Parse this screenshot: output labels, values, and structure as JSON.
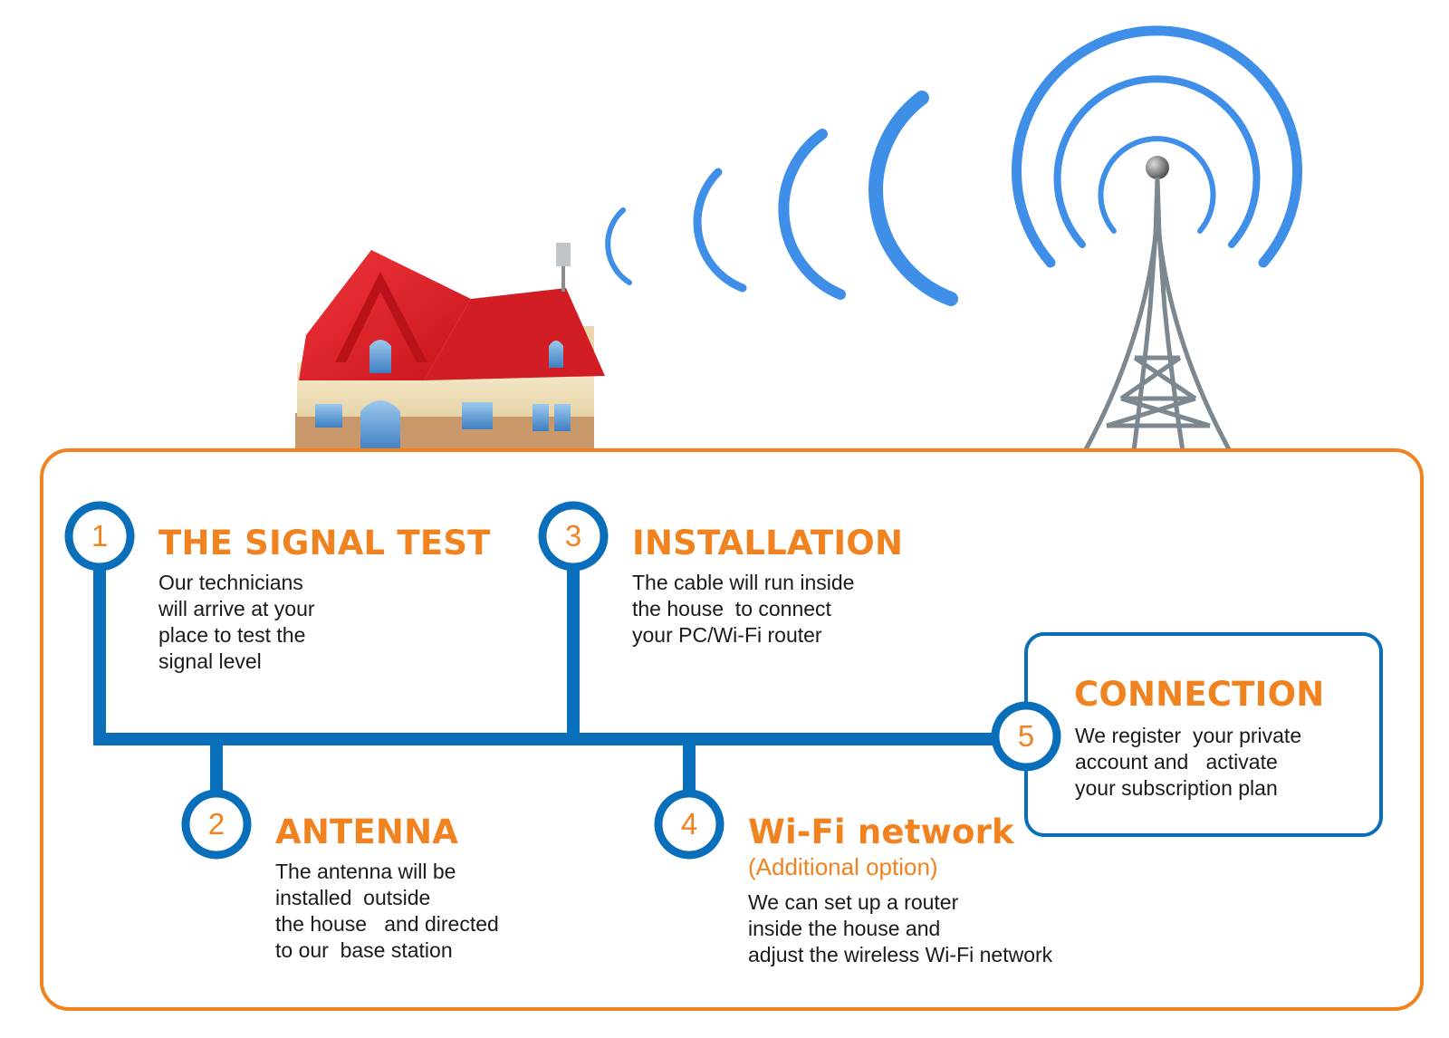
{
  "colors": {
    "orange": "#f08220",
    "blue": "#0a6fba",
    "signal_blue": "#3f8ee8",
    "roof_red": "#e4202a",
    "text": "#1a1a1a"
  },
  "illustration": {
    "house": "house-with-red-roof-and-antenna",
    "tower": "radio-tower-broadcasting-signal",
    "signal": "signal-arcs"
  },
  "steps": [
    {
      "number": "1",
      "title": "THE SIGNAL TEST",
      "text": [
        "Our technicians",
        "will arrive at your",
        "place to test the",
        "signal level"
      ]
    },
    {
      "number": "2",
      "title": "ANTENNA",
      "text": [
        "The antenna will be",
        "installed  outside",
        "the house   and directed",
        "to our  base station"
      ]
    },
    {
      "number": "3",
      "title": "INSTALLATION",
      "text": [
        "The cable will run inside",
        "the house  to connect",
        "your PC/Wi-Fi router"
      ]
    },
    {
      "number": "4",
      "title": "Wi-Fi network",
      "subtitle": "(Additional option)",
      "text": [
        "We can set up a router",
        "inside the house and",
        "adjust the wireless Wi-Fi network"
      ]
    },
    {
      "number": "5",
      "title": "CONNECTION",
      "text": [
        "We register  your private",
        "account and   activate",
        "your subscription plan"
      ]
    }
  ]
}
